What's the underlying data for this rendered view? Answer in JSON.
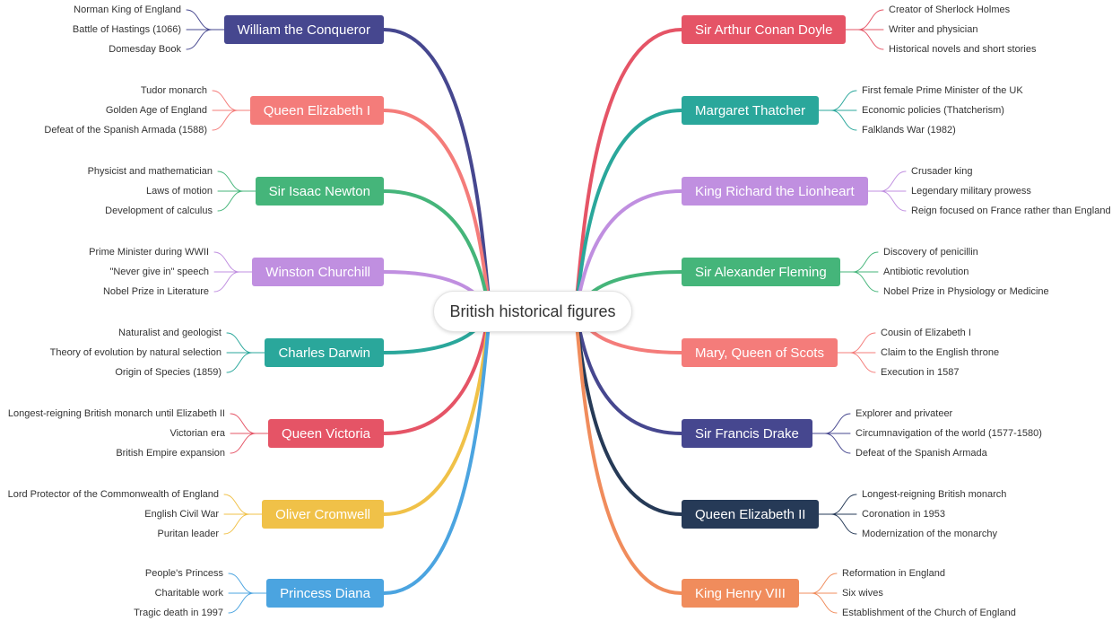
{
  "root": {
    "label": "British historical figures"
  },
  "left": [
    {
      "label": "William the Conqueror",
      "color": "#46478f",
      "details": [
        "Norman King of England",
        "Battle of Hastings (1066)",
        "Domesday Book"
      ]
    },
    {
      "label": "Queen Elizabeth I",
      "color": "#f47c7a",
      "details": [
        "Tudor monarch",
        "Golden Age of England",
        "Defeat of the Spanish Armada (1588)"
      ]
    },
    {
      "label": "Sir Isaac Newton",
      "color": "#45b57a",
      "details": [
        "Physicist and mathematician",
        "Laws of motion",
        "Development of calculus"
      ]
    },
    {
      "label": "Winston Churchill",
      "color": "#c08fe0",
      "details": [
        "Prime Minister during WWII",
        "\"Never give in\" speech",
        "Nobel Prize in Literature"
      ]
    },
    {
      "label": "Charles Darwin",
      "color": "#2aa79b",
      "details": [
        "Naturalist and geologist",
        "Theory of evolution by natural selection",
        "Origin of Species (1859)"
      ]
    },
    {
      "label": "Queen Victoria",
      "color": "#e55466",
      "details": [
        "Longest-reigning British monarch until Elizabeth II",
        "Victorian era",
        "British Empire expansion"
      ]
    },
    {
      "label": "Oliver Cromwell",
      "color": "#f0c148",
      "details": [
        "Lord Protector of the Commonwealth of England",
        "English Civil War",
        "Puritan leader"
      ]
    },
    {
      "label": "Princess Diana",
      "color": "#4ba4e0",
      "details": [
        "People's Princess",
        "Charitable work",
        "Tragic death in 1997"
      ]
    }
  ],
  "right": [
    {
      "label": "Sir Arthur Conan Doyle",
      "color": "#e55466",
      "details": [
        "Creator of Sherlock Holmes",
        "Writer and physician",
        "Historical novels and short stories"
      ]
    },
    {
      "label": "Margaret Thatcher",
      "color": "#2aa79b",
      "details": [
        "First female Prime Minister of the UK",
        "Economic policies (Thatcherism)",
        "Falklands War (1982)"
      ]
    },
    {
      "label": "King Richard the Lionheart",
      "color": "#c08fe0",
      "details": [
        "Crusader king",
        "Legendary military prowess",
        "Reign focused on France rather than England"
      ]
    },
    {
      "label": "Sir Alexander Fleming",
      "color": "#45b57a",
      "details": [
        "Discovery of penicillin",
        "Antibiotic revolution",
        "Nobel Prize in Physiology or Medicine"
      ]
    },
    {
      "label": "Mary, Queen of Scots",
      "color": "#f47c7a",
      "details": [
        "Cousin of Elizabeth I",
        "Claim to the English throne",
        "Execution in 1587"
      ]
    },
    {
      "label": "Sir Francis Drake",
      "color": "#46478f",
      "details": [
        "Explorer and privateer",
        "Circumnavigation of the world (1577-1580)",
        "Defeat of the Spanish Armada"
      ]
    },
    {
      "label": "Queen Elizabeth II",
      "color": "#263a57",
      "details": [
        "Longest-reigning British monarch",
        "Coronation in 1953",
        "Modernization of the monarchy"
      ]
    },
    {
      "label": "King Henry VIII",
      "color": "#f08c5c",
      "details": [
        "Reformation in England",
        "Six wives",
        "Establishment of the Church of England"
      ]
    }
  ]
}
